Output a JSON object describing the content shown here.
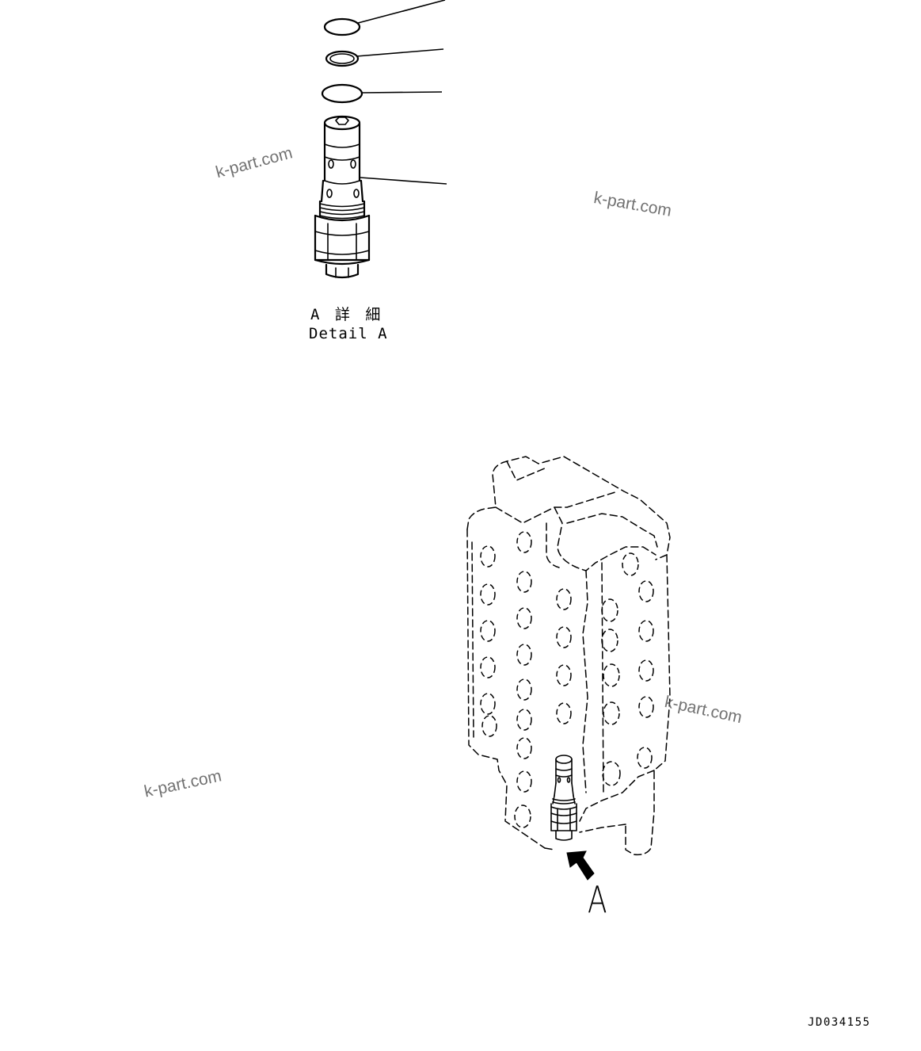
{
  "diagram": {
    "detail_label_jp": "A 詳 細",
    "detail_label_en": "Detail A",
    "view_arrow_label": "A",
    "drawing_number": "JD034155",
    "watermarks": [
      "k-part.com",
      "k-part.com",
      "k-part.com",
      "k-part.com"
    ]
  }
}
